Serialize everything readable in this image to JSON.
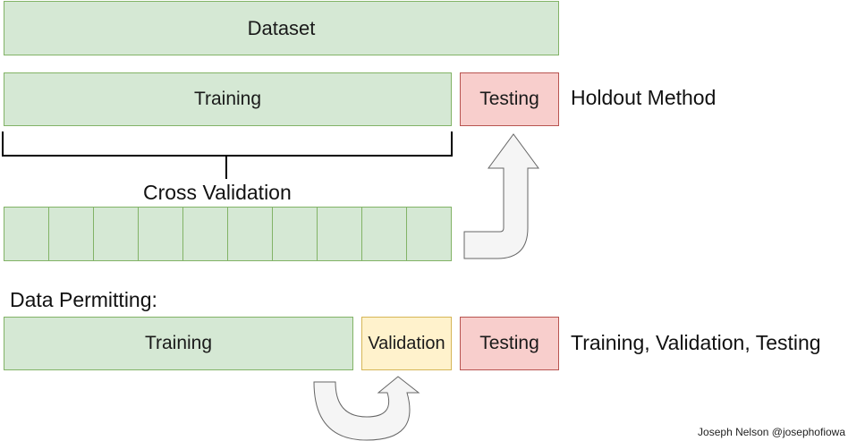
{
  "dataset_label": "Dataset",
  "holdout": {
    "training_label": "Training",
    "testing_label": "Testing",
    "method_label": "Holdout Method"
  },
  "cross_validation": {
    "label": "Cross Validation",
    "fold_count": 10
  },
  "data_permitting": {
    "heading": "Data Permitting:",
    "training_label": "Training",
    "validation_label": "Validation",
    "testing_label": "Testing",
    "method_label": "Training, Validation, Testing"
  },
  "credit": "Joseph Nelson @josephofiowa",
  "colors": {
    "training_fill": "#d5e8d4",
    "training_stroke": "#82b366",
    "testing_fill": "#f8cecc",
    "testing_stroke": "#b85450",
    "validation_fill": "#fff2cc",
    "validation_stroke": "#d6b656",
    "arrow_fill": "#f5f5f5",
    "arrow_stroke": "#666666"
  }
}
